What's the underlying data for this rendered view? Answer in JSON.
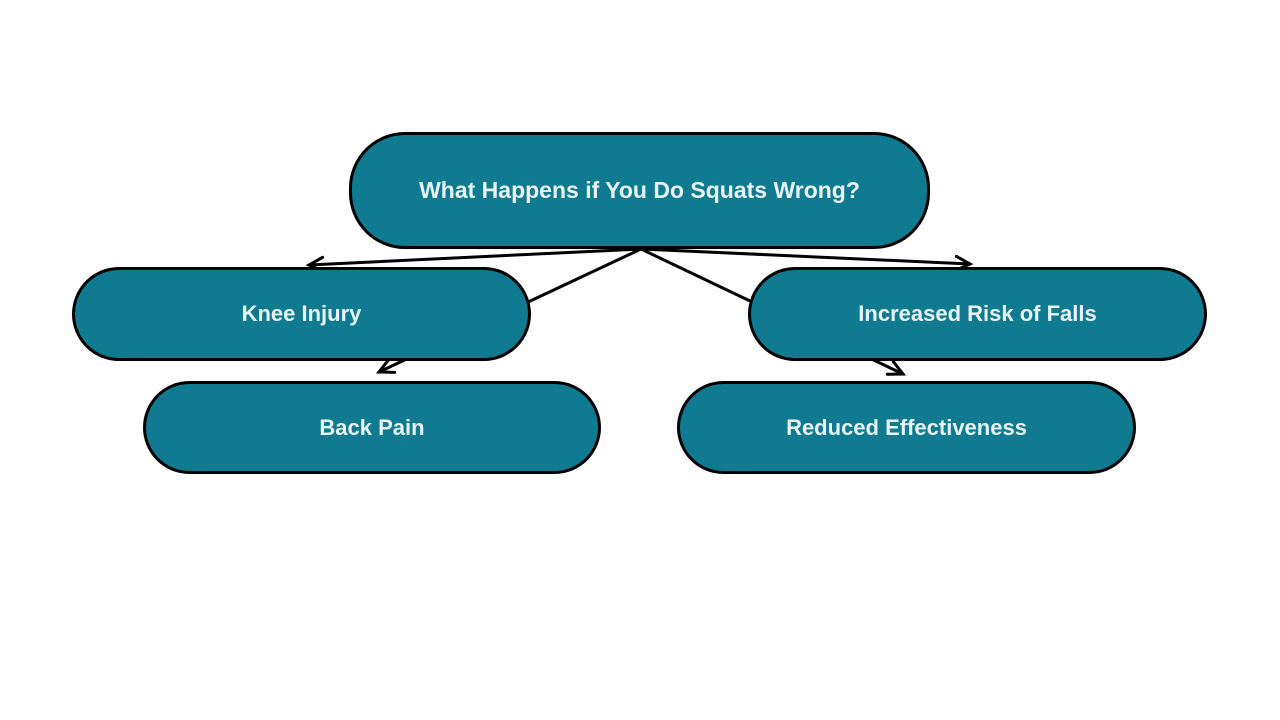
{
  "diagram": {
    "type": "flowchart",
    "title": "What Happens if You Do Squats Wrong?",
    "nodes": [
      {
        "id": "root",
        "label": "What Happens if You Do Squats Wrong?"
      },
      {
        "id": "knee-injury",
        "label": "Knee Injury"
      },
      {
        "id": "increased-risk-of-falls",
        "label": "Increased Risk of Falls"
      },
      {
        "id": "back-pain",
        "label": "Back Pain"
      },
      {
        "id": "reduced-effectiveness",
        "label": "Reduced Effectiveness"
      }
    ],
    "edges": [
      {
        "from": "root",
        "to": "knee-injury",
        "arrow": "arrowhead-at-target"
      },
      {
        "from": "root",
        "to": "increased-risk-of-falls",
        "arrow": "arrowhead-at-target"
      },
      {
        "from": "root",
        "to": "back-pain",
        "arrow": "arrowhead-at-target"
      },
      {
        "from": "root",
        "to": "reduced-effectiveness",
        "arrow": "arrowhead-at-target"
      }
    ]
  },
  "colors": {
    "node-fill": "#0F7A90",
    "node-border": "#000000",
    "node-text": "#E8F4F8",
    "edge-color": "#000000",
    "bg": "#FFFFFF"
  }
}
